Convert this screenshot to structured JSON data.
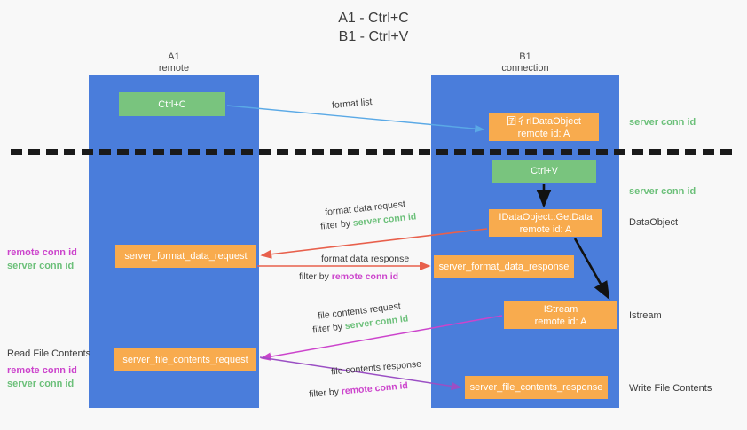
{
  "title": {
    "line1": "A1 - Ctrl+C",
    "line2": "B1 - Ctrl+V"
  },
  "columns": [
    {
      "name": "A1",
      "sub": "remote"
    },
    {
      "name": "B1",
      "sub": "connection"
    }
  ],
  "colors": {
    "lane": "#4a7ddb",
    "green_box": "#79c47e",
    "orange_box": "#f8ab4e",
    "server_conn_id": "#6cc07a",
    "remote_conn_id": "#cc44cc",
    "arrow_blue": "#5aa9e6",
    "arrow_red": "#e8604c",
    "arrow_magenta": "#cc44cc",
    "arrow_purple": "#9b4fc4",
    "arrow_black": "#111111",
    "divider": "#1a1a1a"
  },
  "boxes": {
    "ctrl_c": {
      "line1": "Ctrl+C"
    },
    "idataobject": {
      "line1": "囝彳rIDataObject",
      "line2": "remote id: A"
    },
    "ctrl_v": {
      "line1": "Ctrl+V"
    },
    "getdata": {
      "line1": "IDataObject::GetData",
      "line2": "remote id: A"
    },
    "format_data_request": {
      "line1": "server_format_data_request"
    },
    "format_data_response": {
      "line1": "server_format_data_response"
    },
    "istream": {
      "line1": "IStream",
      "line2": "remote id: A"
    },
    "file_contents_request": {
      "line1": "server_file_contents_request"
    },
    "file_contents_response": {
      "line1": "server_file_contents_response"
    }
  },
  "side_labels": {
    "server_conn_id_top": "server conn id",
    "server_conn_id_mid": "server conn id",
    "dataobject": "DataObject",
    "istream": "Istream",
    "write_file_contents": "Write File Contents",
    "read_file_contents": "Read File Contents",
    "remote_conn_id": "remote conn id",
    "server_conn_id": "server conn id"
  },
  "edge_labels": {
    "format_list": "format list",
    "format_data_request": "format data request",
    "filter_by": "filter by ",
    "server_conn_id": "server conn id",
    "format_data_response": "format data response",
    "remote_conn_id": "remote conn id",
    "file_contents_request": "file contents request",
    "file_contents_response": "file contents response"
  }
}
